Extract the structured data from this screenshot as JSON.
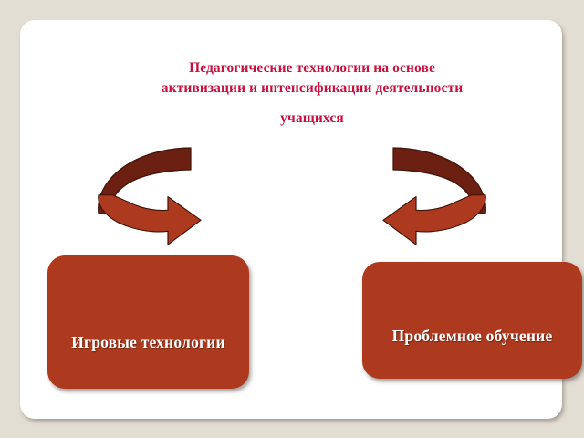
{
  "slide": {
    "background_color": "#e3ded4",
    "card_color": "#ffffff",
    "title": {
      "line1": "Педагогические технологии на основе",
      "line2": "активизации и интенсификации деятельности",
      "line3": "учащихся",
      "color": "#c8103e"
    },
    "arrows": [
      {
        "name": "curved-arrow-left",
        "direction": "clockwise-down-right",
        "fill_light": "#ad3a1f",
        "fill_dark": "#6b2011"
      },
      {
        "name": "curved-arrow-right",
        "direction": "counterclockwise-down-left",
        "fill_light": "#ad3a1f",
        "fill_dark": "#6b2011"
      }
    ],
    "boxes": [
      {
        "name": "games",
        "label": "Игровые технологии",
        "fill": "#ad3a1f",
        "text_color": "#ffffff"
      },
      {
        "name": "problem",
        "label": "Проблемное обучение",
        "fill": "#ad3a1f",
        "text_color": "#ffffff"
      }
    ]
  }
}
